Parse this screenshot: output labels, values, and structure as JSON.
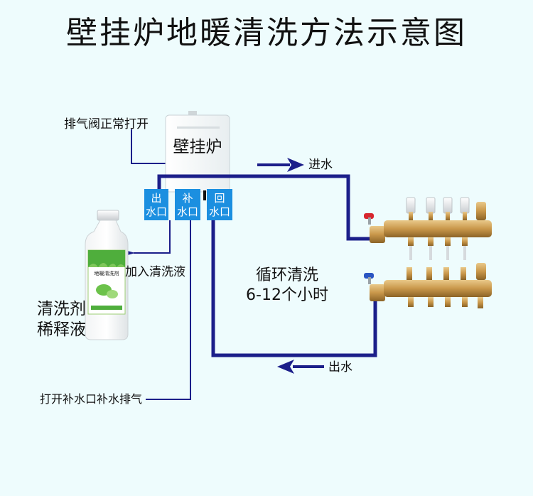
{
  "title": "壁挂炉地暖清洗方法示意图",
  "boiler": {
    "label": "壁挂炉"
  },
  "ports": {
    "outlet": {
      "line1": "出",
      "line2": "水口"
    },
    "refill": {
      "line1": "补",
      "line2": "水口"
    },
    "return": {
      "line1": "回",
      "line2": "水口"
    }
  },
  "bottle": {
    "label": "地暖清洗剂"
  },
  "labels": {
    "vent_valve": "排气阀正常打开",
    "inlet": "进水",
    "outlet_water": "出水",
    "add_cleaner": "加入清洗液",
    "cleaner_line1": "清洗剂",
    "cleaner_line2": "稀释液",
    "circulate_line1": "循环清洗",
    "circulate_line2": "6-12个小时",
    "refill_vent": "打开补水口补水排气"
  },
  "colors": {
    "background": "#eefcfd",
    "pipe": "#1c1f8a",
    "port": "#1b8fe0",
    "text": "#111111",
    "brass": "#c9974a"
  }
}
